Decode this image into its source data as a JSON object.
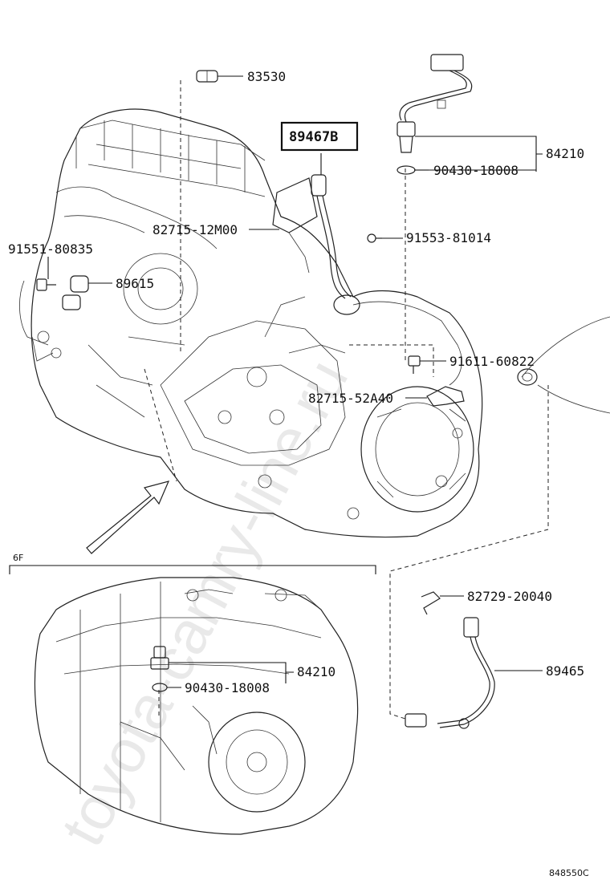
{
  "watermark": "toyota-camry-line.ru",
  "callouts": {
    "c83530": "83530",
    "c89467b": "89467B",
    "c84210_top": "84210",
    "c90430_top": "90430-18008",
    "c82715_12m": "82715-12M00",
    "c91553": "91553-81014",
    "c91551": "91551-80835",
    "c89615": "89615",
    "c91611": "91611-60822",
    "c82715_52a": "82715-52A40",
    "c82729": "82729-20040",
    "c84210_bottom": "84210",
    "c90430_bottom": "90430-18008",
    "c89465": "89465"
  },
  "variant_label": "6F",
  "figure_code": "848550C"
}
